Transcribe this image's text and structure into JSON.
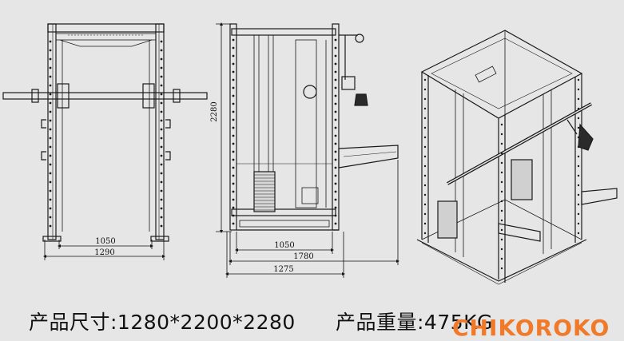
{
  "front_view": {
    "dim_inner": "1050",
    "dim_outer": "1290"
  },
  "side_view": {
    "dim_height": "2280",
    "dim_a": "1050",
    "dim_b": "1780",
    "dim_c": "1275"
  },
  "captions": {
    "size": "产品尺寸:1280*2200*2280",
    "weight": "产品重量:475KG"
  },
  "watermark": "CHIKOROKO",
  "colors": {
    "background": "#e6e6e6",
    "line": "#1a1a1a",
    "watermark": "#f07a2a"
  }
}
